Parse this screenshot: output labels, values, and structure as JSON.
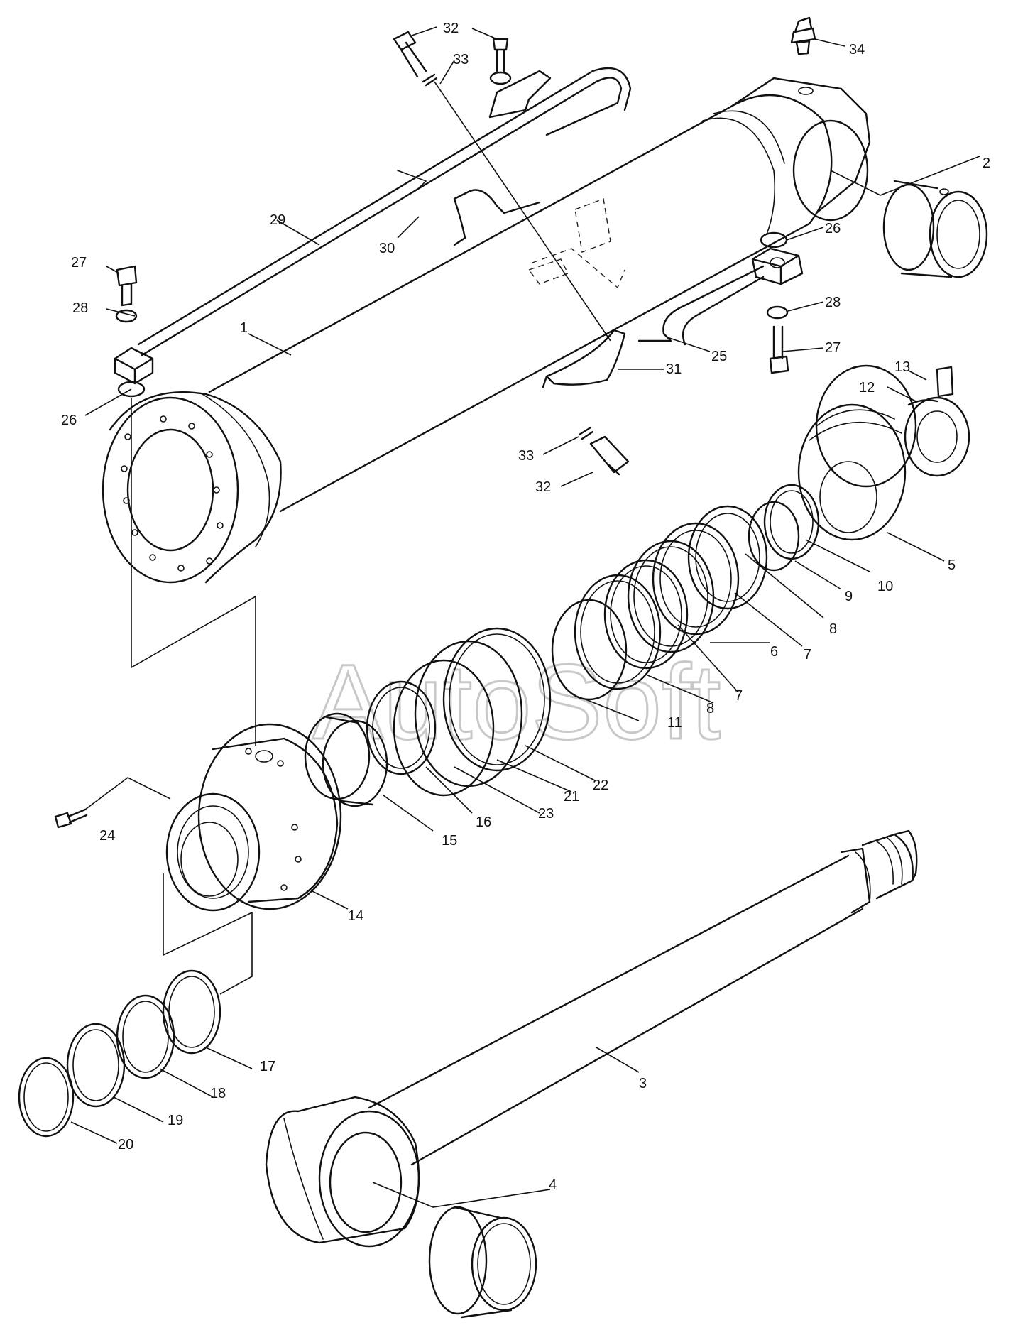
{
  "watermark": "AutoSoft",
  "callouts": [
    {
      "id": "c1",
      "text": "1"
    },
    {
      "id": "c2",
      "text": "2"
    },
    {
      "id": "c3",
      "text": "3"
    },
    {
      "id": "c4",
      "text": "4"
    },
    {
      "id": "c5",
      "text": "5"
    },
    {
      "id": "c6",
      "text": "6"
    },
    {
      "id": "c7a",
      "text": "7"
    },
    {
      "id": "c7b",
      "text": "7"
    },
    {
      "id": "c8a",
      "text": "8"
    },
    {
      "id": "c8b",
      "text": "8"
    },
    {
      "id": "c9",
      "text": "9"
    },
    {
      "id": "c10",
      "text": "10"
    },
    {
      "id": "c11",
      "text": "11"
    },
    {
      "id": "c12",
      "text": "12"
    },
    {
      "id": "c13",
      "text": "13"
    },
    {
      "id": "c14",
      "text": "14"
    },
    {
      "id": "c15",
      "text": "15"
    },
    {
      "id": "c16",
      "text": "16"
    },
    {
      "id": "c17",
      "text": "17"
    },
    {
      "id": "c18",
      "text": "18"
    },
    {
      "id": "c19",
      "text": "19"
    },
    {
      "id": "c20",
      "text": "20"
    },
    {
      "id": "c21",
      "text": "21"
    },
    {
      "id": "c22",
      "text": "22"
    },
    {
      "id": "c23",
      "text": "23"
    },
    {
      "id": "c24",
      "text": "24"
    },
    {
      "id": "c25",
      "text": "25"
    },
    {
      "id": "c26a",
      "text": "26"
    },
    {
      "id": "c26b",
      "text": "26"
    },
    {
      "id": "c27a",
      "text": "27"
    },
    {
      "id": "c27b",
      "text": "27"
    },
    {
      "id": "c28a",
      "text": "28"
    },
    {
      "id": "c28b",
      "text": "28"
    },
    {
      "id": "c29",
      "text": "29"
    },
    {
      "id": "c30",
      "text": "30"
    },
    {
      "id": "c31",
      "text": "31"
    },
    {
      "id": "c32a",
      "text": "32"
    },
    {
      "id": "c32b",
      "text": "32"
    },
    {
      "id": "c33a",
      "text": "33"
    },
    {
      "id": "c33b",
      "text": "33"
    },
    {
      "id": "c34",
      "text": "34"
    }
  ]
}
